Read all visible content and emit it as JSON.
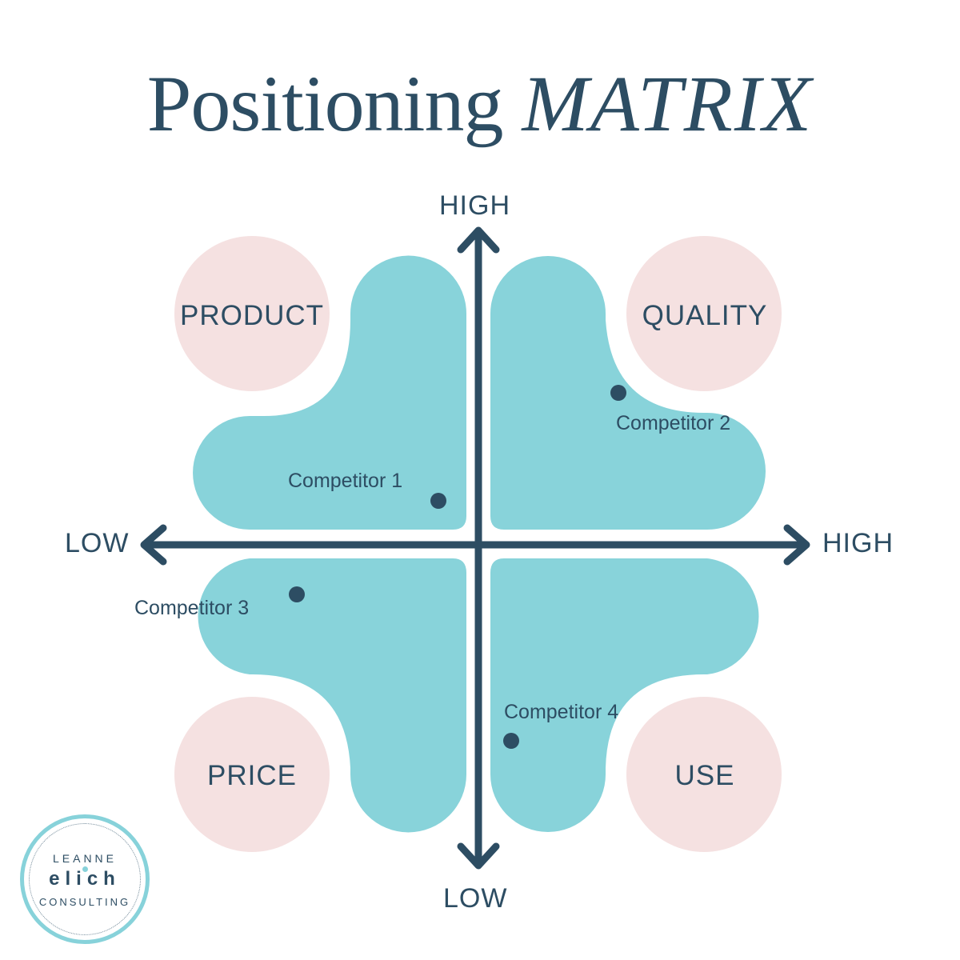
{
  "title": {
    "main": "Positioning",
    "emphasis": "MATRIX"
  },
  "axes": {
    "y_top": "HIGH",
    "y_bottom": "LOW",
    "x_left": "LOW",
    "x_right": "HIGH"
  },
  "quadrant_labels": {
    "top_left": "PRODUCT",
    "top_right": "QUALITY",
    "bottom_left": "PRICE",
    "bottom_right": "USE"
  },
  "competitors": [
    {
      "label": "Competitor 1",
      "quadrant": "top_left",
      "dot": [
        548,
        626
      ]
    },
    {
      "label": "Competitor 2",
      "quadrant": "top_right",
      "dot": [
        773,
        491
      ]
    },
    {
      "label": "Competitor 3",
      "quadrant": "bottom_left",
      "dot": [
        371,
        743
      ]
    },
    {
      "label": "Competitor 4",
      "quadrant": "bottom_right",
      "dot": [
        639,
        926
      ]
    }
  ],
  "logo": {
    "line1": "LEANNE",
    "line2": "elich",
    "line3": "CONSULTING"
  },
  "colors": {
    "navy": "#2d4d63",
    "teal": "#88d3da",
    "pink": "#f5e1e1",
    "background": "#ffffff"
  }
}
